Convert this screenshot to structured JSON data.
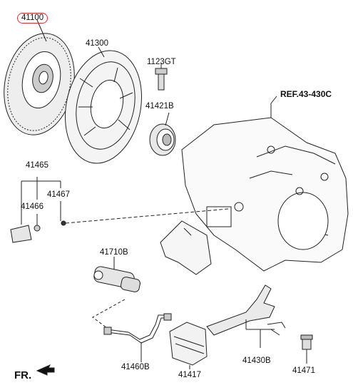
{
  "title": "",
  "labels": {
    "clutch_disc": "41100",
    "clutch_cover": "41300",
    "bolt": "1123GT",
    "release_bearing": "41421B",
    "reference": "REF.43-430C",
    "bracket_assy": "41465",
    "clip": "41467",
    "nut": "41466",
    "cylinder": "41710B",
    "fork": "41430B",
    "hose": "41460B",
    "cover": "41417",
    "pin": "41471",
    "front": "FR."
  },
  "colors": {
    "highlight": "#e03030",
    "stroke": "#222222"
  }
}
